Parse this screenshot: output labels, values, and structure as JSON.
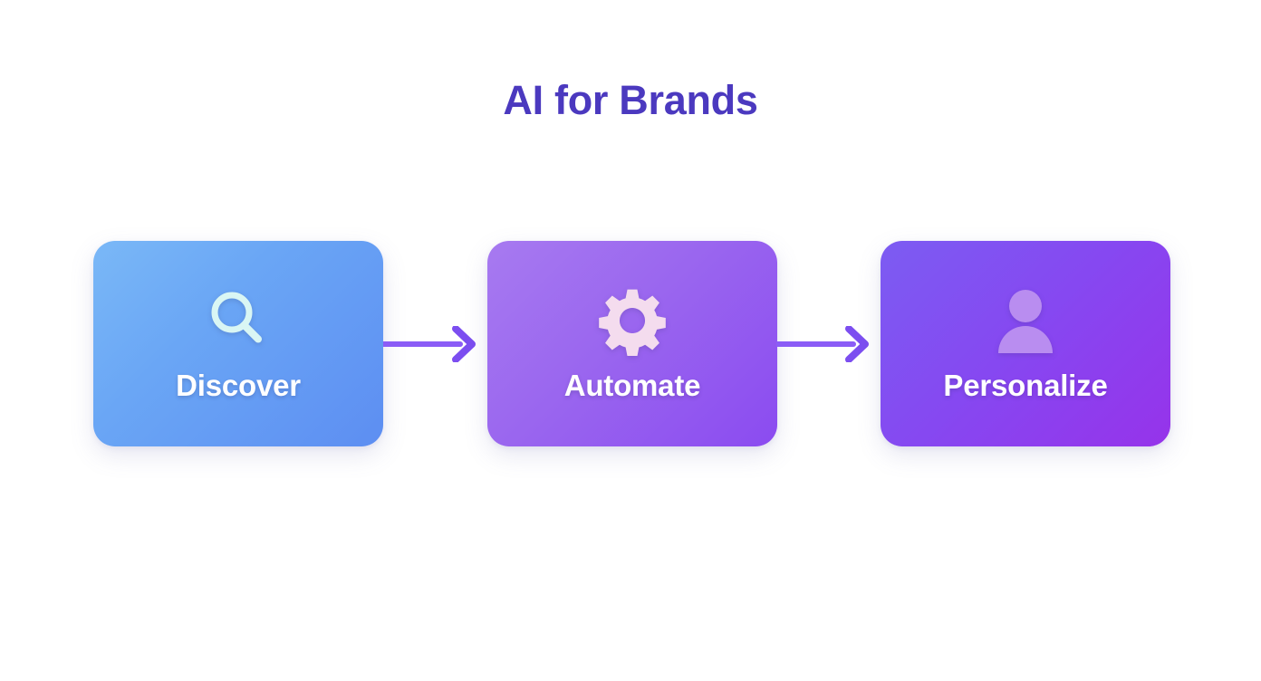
{
  "page": {
    "title": "AI for Brands",
    "background_color": "#ffffff",
    "title_color": "#4b39bf"
  },
  "flow": {
    "type": "process-flow",
    "direction": "left-to-right",
    "steps": [
      {
        "index": 1,
        "label": "Discover",
        "icon": "magnifier-icon",
        "icon_color": "#d6f5f3",
        "gradient_from": "#7ab8f7",
        "gradient_to": "#5d8ef2",
        "label_color": "#ffffff"
      },
      {
        "index": 2,
        "label": "Automate",
        "icon": "gear-icon",
        "icon_color": "#f4dcee",
        "gradient_from": "#a77af0",
        "gradient_to": "#8b4bf0",
        "label_color": "#ffffff"
      },
      {
        "index": 3,
        "label": "Personalize",
        "icon": "person-icon",
        "icon_color": "#b98df0",
        "gradient_from": "#7c5cf2",
        "gradient_to": "#9633ea",
        "label_color": "#ffffff"
      }
    ],
    "connectors": [
      {
        "from": "Discover",
        "to": "Automate",
        "icon": "arrow-right-icon",
        "color": "#8b5cf6"
      },
      {
        "from": "Automate",
        "to": "Personalize",
        "icon": "arrow-right-icon",
        "color": "#8b5cf6"
      }
    ]
  }
}
